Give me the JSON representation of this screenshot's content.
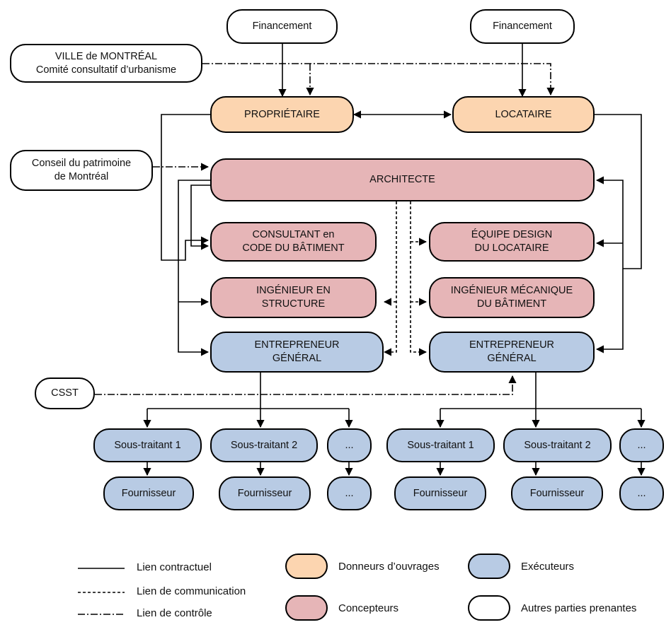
{
  "nodes": {
    "fin1": "Financement",
    "fin2": "Financement",
    "ville": "VILLE de MONTRÉAL\nComité consultatif d’urbanisme",
    "proprietaire": "PROPRIÉTAIRE",
    "locataire": "LOCATAIRE",
    "conseil": "Conseil du patrimoine\nde Montréal",
    "architecte": "ARCHITECTE",
    "consultant": "CONSULTANT en\nCODE DU BÂTIMENT",
    "equipe": "ÉQUIPE DESIGN\nDU LOCATAIRE",
    "ing_structure": "INGÉNIEUR EN\nSTRUCTURE",
    "ing_meca": "INGÉNIEUR  MÉCANIQUE\nDU BÂTIMENT",
    "entrepreneur_l": "ENTREPRENEUR\nGÉNÉRAL",
    "entrepreneur_r": "ENTREPRENEUR\nGÉNÉRAL",
    "csst": "CSST",
    "st1_l": "Sous-traitant 1",
    "st2_l": "Sous-traitant 2",
    "st3_l": "...",
    "st1_r": "Sous-traitant 1",
    "st2_r": "Sous-traitant 2",
    "st3_r": "...",
    "f1_l": "Fournisseur",
    "f2_l": "Fournisseur",
    "f3_l": "...",
    "f1_r": "Fournisseur",
    "f2_r": "Fournisseur",
    "f3_r": "..."
  },
  "legend": {
    "contractuel": "Lien contractuel",
    "communication": "Lien de communication",
    "controle": "Lien de contrôle",
    "donneurs": "Donneurs d’ouvrages",
    "concepteurs": "Concepteurs",
    "executeurs": "Exécuteurs",
    "autres": "Autres parties prenantes"
  },
  "colors": {
    "donneurs_ouvrages": "#fcd5b0",
    "concepteurs": "#e6b5b7",
    "executeurs": "#b8cbe4",
    "autres_parties": "#ffffff"
  }
}
